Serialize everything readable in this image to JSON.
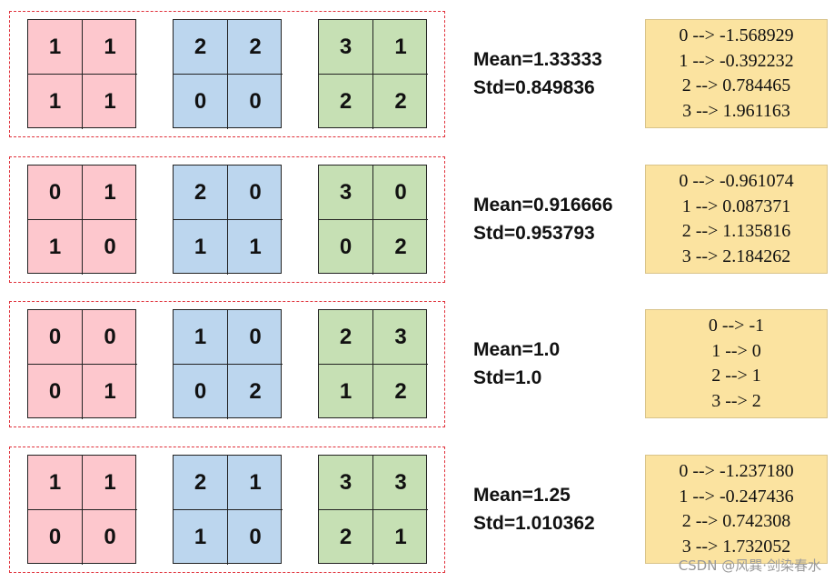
{
  "colors": {
    "pink": "#fdc7cd",
    "blue": "#bcd6ee",
    "green": "#c6e0b4",
    "box_border": "#e0303a",
    "map_bg": "#fbe3a0"
  },
  "rows": [
    {
      "grids": [
        [
          "1",
          "1",
          "1",
          "1"
        ],
        [
          "2",
          "2",
          "0",
          "0"
        ],
        [
          "3",
          "1",
          "2",
          "2"
        ]
      ],
      "mean": "Mean=1.33333",
      "std": "Std=0.849836",
      "map": [
        "0 --> -1.568929",
        "1 --> -0.392232",
        "2 --> 0.784465",
        "3 --> 1.961163"
      ]
    },
    {
      "grids": [
        [
          "0",
          "1",
          "1",
          "0"
        ],
        [
          "2",
          "0",
          "1",
          "1"
        ],
        [
          "3",
          "0",
          "0",
          "2"
        ]
      ],
      "mean": "Mean=0.916666",
      "std": "Std=0.953793",
      "map": [
        "0 --> -0.961074",
        "1 --> 0.087371",
        "2 --> 1.135816",
        "3 --> 2.184262"
      ]
    },
    {
      "grids": [
        [
          "0",
          "0",
          "0",
          "1"
        ],
        [
          "1",
          "0",
          "0",
          "2"
        ],
        [
          "2",
          "3",
          "1",
          "2"
        ]
      ],
      "mean": "Mean=1.0",
      "std": "Std=1.0",
      "map": [
        "0 --> -1",
        "1 --> 0",
        "2 --> 1",
        "3 --> 2"
      ]
    },
    {
      "grids": [
        [
          "1",
          "1",
          "0",
          "0"
        ],
        [
          "2",
          "1",
          "1",
          "0"
        ],
        [
          "3",
          "3",
          "2",
          "1"
        ]
      ],
      "mean": "Mean=1.25",
      "std": "Std=1.010362",
      "map": [
        "0 --> -1.237180",
        "1 --> -0.247436",
        "2 --> 0.742308",
        "3 --> 1.732052"
      ]
    }
  ],
  "watermark": "CSDN @风巽·剑染春水"
}
